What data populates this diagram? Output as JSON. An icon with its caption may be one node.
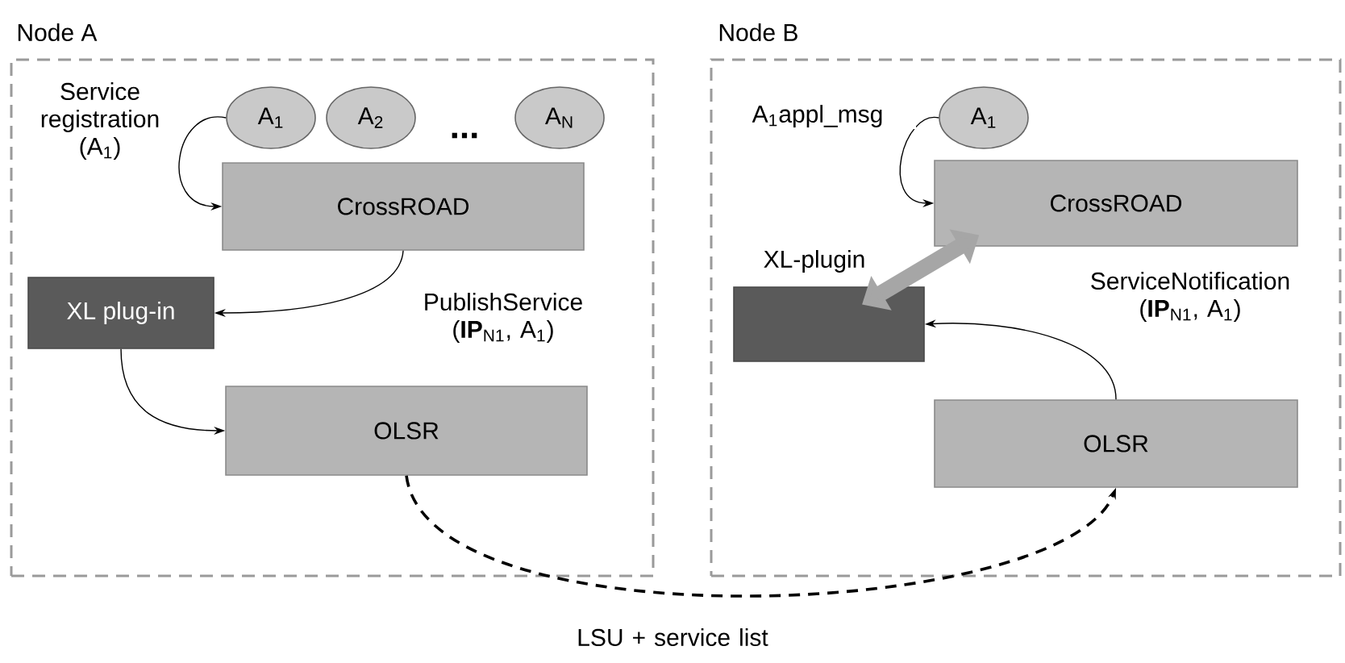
{
  "diagram": {
    "nodes": [
      {
        "text": [
          "Node A"
        ]
      },
      {
        "text": [
          "A$_{1}$"
        ],
        "in": 0
      },
      {
        "text": [
          "A$_{2}$"
        ],
        "in": 0
      },
      {
        "text": [
          "A$_{N}$"
        ],
        "in": 0
      },
      {
        "text": [
          "CrossROAD"
        ],
        "in": 0
      },
      {
        "text": [
          "XL plug-in"
        ],
        "in": 0
      },
      {
        "text": [
          "OLSR"
        ],
        "in": 0
      },
      {
        "text": [
          "Node B"
        ]
      },
      {
        "text": [
          "A$_{1}$"
        ],
        "in": 7
      },
      {
        "text": [
          "CrossROAD"
        ],
        "in": 7
      },
      {
        "text": [
          "XL-plugin"
        ],
        "in": 7
      },
      {
        "text": [
          "OLSR"
        ],
        "in": 7
      }
    ],
    "edges": [
      {
        "from": 1,
        "to": 4,
        "arrow": "to",
        "label": "Service registration (A$_{1}$)"
      },
      {
        "from": 4,
        "to": 5,
        "arrow": "to",
        "label": "PublishService (**IP**$_{N1}$, A$_{1}$)"
      },
      {
        "from": 5,
        "to": 6,
        "arrow": "to"
      },
      {
        "from": 6,
        "to": 11,
        "arrow": "to",
        "style": "dashed",
        "label": "LSU + service list"
      },
      {
        "from": 8,
        "to": 9,
        "arrow": "to",
        "label": "A$_{1}$appl_msg"
      },
      {
        "from": 10,
        "to": 9,
        "arrow": "both",
        "style": "thick",
        "color": "#a6a6a6"
      },
      {
        "from": 11,
        "to": 10,
        "arrow": "to",
        "label": "ServiceNotification (**IP**$_{N1}$, A$_{1}$)"
      }
    ],
    "labels": [
      "..."
    ]
  }
}
